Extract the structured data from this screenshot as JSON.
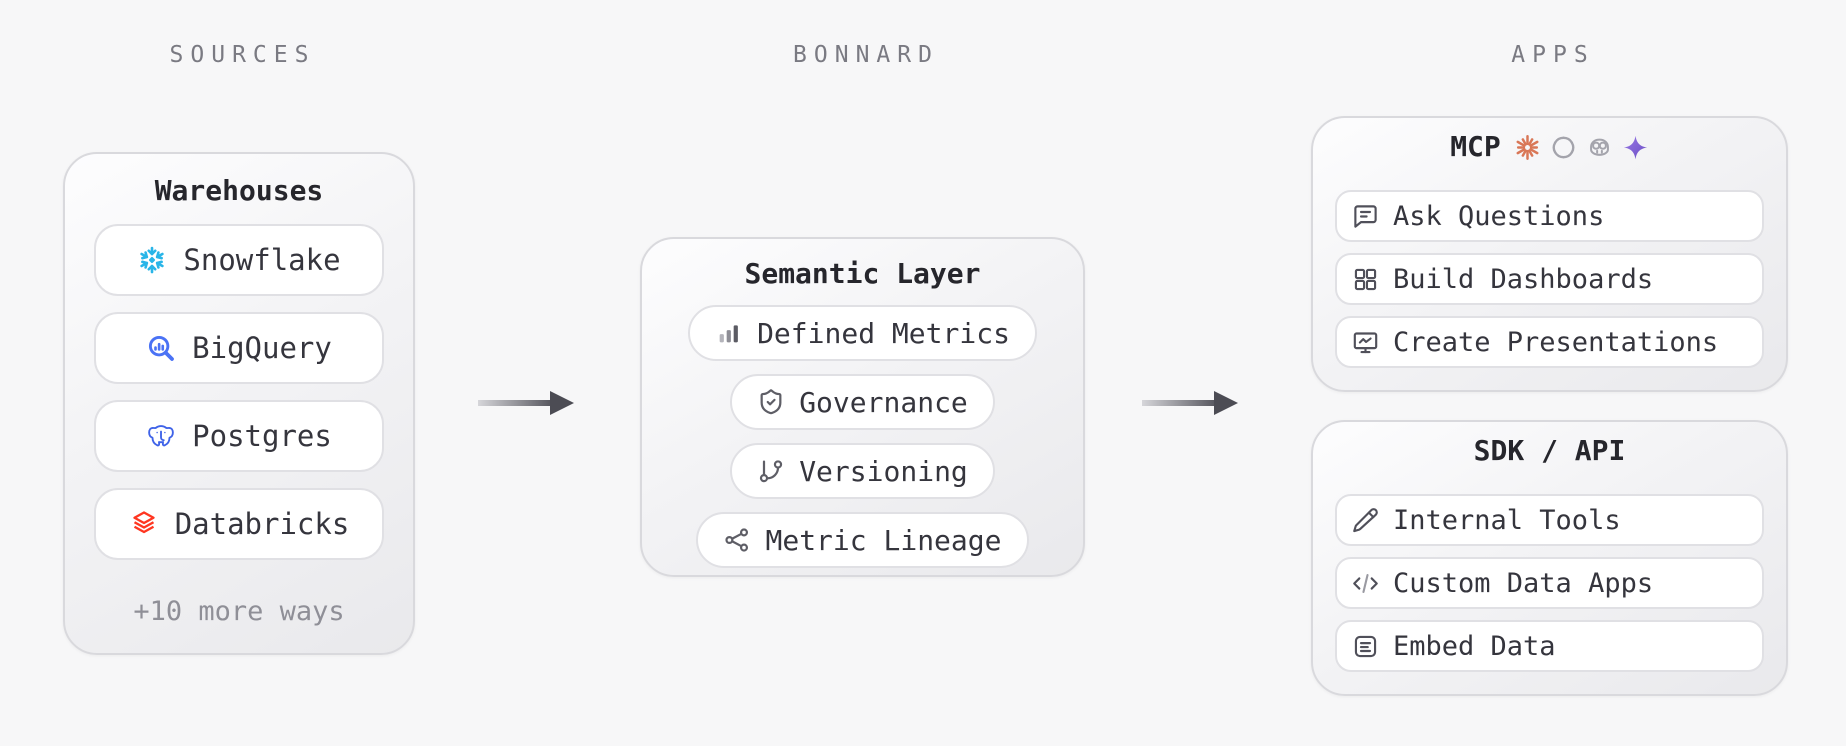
{
  "headers": {
    "sources": "SOURCES",
    "bonnard": "BONNARD",
    "apps": "APPS"
  },
  "sources_card": {
    "title": "Warehouses",
    "items": [
      {
        "label": "Snowflake",
        "icon": "snowflake-icon"
      },
      {
        "label": "BigQuery",
        "icon": "bigquery-icon"
      },
      {
        "label": "Postgres",
        "icon": "postgres-icon"
      },
      {
        "label": "Databricks",
        "icon": "databricks-icon"
      }
    ],
    "footer": "+10 more ways"
  },
  "semantic_card": {
    "title": "Semantic Layer",
    "items": [
      {
        "label": "Defined Metrics",
        "icon": "bar-chart-icon"
      },
      {
        "label": "Governance",
        "icon": "shield-check-icon"
      },
      {
        "label": "Versioning",
        "icon": "git-branch-icon"
      },
      {
        "label": "Metric Lineage",
        "icon": "share-network-icon"
      }
    ]
  },
  "mcp_card": {
    "title": "MCP",
    "provider_icons": [
      "claude-icon",
      "openai-icon",
      "copilot-icon",
      "gemini-icon"
    ],
    "items": [
      {
        "label": "Ask Questions",
        "icon": "chat-bubble-icon"
      },
      {
        "label": "Build Dashboards",
        "icon": "grid-icon"
      },
      {
        "label": "Create Presentations",
        "icon": "presentation-monitor-icon"
      }
    ]
  },
  "sdk_card": {
    "title": "SDK / API",
    "items": [
      {
        "label": "Internal Tools",
        "icon": "pencil-icon"
      },
      {
        "label": "Custom Data Apps",
        "icon": "code-icon"
      },
      {
        "label": "Embed Data",
        "icon": "embed-note-icon"
      }
    ]
  },
  "colors": {
    "background": "#f7f7f8",
    "card_border": "#d9d9dd",
    "pill_border": "#e0e0e4",
    "text_dark": "#33333b",
    "text_muted": "#7a7a82",
    "snowflake_blue": "#29b5e8",
    "bigquery_blue": "#4a72f5",
    "postgres_blue": "#3f63e8",
    "databricks_red": "#ff3621",
    "claude_orange": "#d97757",
    "openai_gray": "#a4a4ac",
    "copilot_gray": "#a4a4ac",
    "gemini_purple": "#7b5bd6",
    "arrow_dark": "#4c4c54"
  }
}
